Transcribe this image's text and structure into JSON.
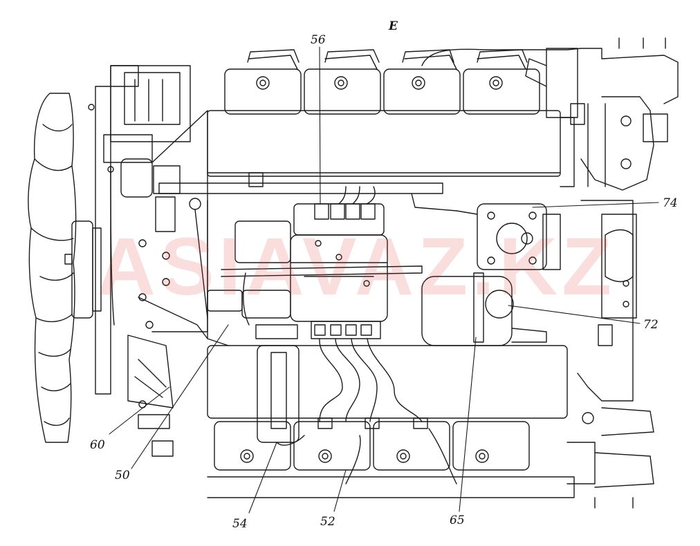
{
  "view_label": "E",
  "watermark": "ASIAVAZ.KZ",
  "callouts": [
    {
      "id": "56",
      "text": "56"
    },
    {
      "id": "74",
      "text": "74"
    },
    {
      "id": "72",
      "text": "72"
    },
    {
      "id": "60",
      "text": "60"
    },
    {
      "id": "50",
      "text": "50"
    },
    {
      "id": "54",
      "text": "54"
    },
    {
      "id": "52",
      "text": "52"
    },
    {
      "id": "65",
      "text": "65"
    }
  ],
  "colors": {
    "line": "#1a1a1a",
    "paper": "#ffffff",
    "watermark": "#e23b3b"
  }
}
